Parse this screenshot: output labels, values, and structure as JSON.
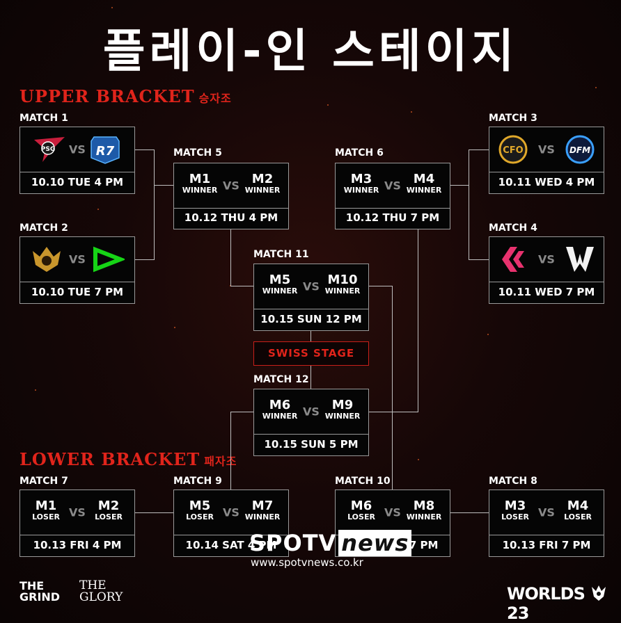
{
  "header": {
    "title": "플레이-인 스테이지"
  },
  "brackets": {
    "upper": {
      "label": "UPPER BRACKET",
      "ko": "승자조"
    },
    "lower": {
      "label": "LOWER BRACKET",
      "ko": "패자조"
    }
  },
  "matches": {
    "m1": {
      "label": "MATCH 1",
      "date": "10.10 TUE 4 PM",
      "vs": "VS"
    },
    "m2": {
      "label": "MATCH 2",
      "date": "10.10 TUE 7 PM",
      "vs": "VS"
    },
    "m3": {
      "label": "MATCH 3",
      "date": "10.11 WED 4 PM",
      "vs": "VS"
    },
    "m4": {
      "label": "MATCH 4",
      "date": "10.11 WED 7 PM",
      "vs": "VS"
    },
    "m5": {
      "label": "MATCH 5",
      "date": "10.12 THU 4 PM",
      "vs": "VS",
      "a_big": "M1",
      "a_small": "WINNER",
      "b_big": "M2",
      "b_small": "WINNER"
    },
    "m6": {
      "label": "MATCH 6",
      "date": "10.12 THU 7 PM",
      "vs": "VS",
      "a_big": "M3",
      "a_small": "WINNER",
      "b_big": "M4",
      "b_small": "WINNER"
    },
    "m11": {
      "label": "MATCH 11",
      "date": "10.15 SUN 12 PM",
      "vs": "VS",
      "a_big": "M5",
      "a_small": "WINNER",
      "b_big": "M10",
      "b_small": "WINNER"
    },
    "m12": {
      "label": "MATCH 12",
      "date": "10.15 SUN 5 PM",
      "vs": "VS",
      "a_big": "M6",
      "a_small": "WINNER",
      "b_big": "M9",
      "b_small": "WINNER"
    },
    "m7": {
      "label": "MATCH 7",
      "date": "10.13 FRI 4 PM",
      "vs": "VS",
      "a_big": "M1",
      "a_small": "LOSER",
      "b_big": "M2",
      "b_small": "LOSER"
    },
    "m9": {
      "label": "MATCH 9",
      "date": "10.14 SAT 4 PM",
      "vs": "VS",
      "a_big": "M5",
      "a_small": "LOSER",
      "b_big": "M7",
      "b_small": "WINNER"
    },
    "m10": {
      "label": "MATCH 10",
      "date": "10.14 SAT 7 PM",
      "vs": "VS",
      "a_big": "M6",
      "a_small": "LOSER",
      "b_big": "M8",
      "b_small": "WINNER"
    },
    "m8": {
      "label": "MATCH 8",
      "date": "10.13 FRI 7 PM",
      "vs": "VS",
      "a_big": "M3",
      "a_small": "LOSER",
      "b_big": "M4",
      "b_small": "LOSER"
    }
  },
  "swiss": "SWISS STAGE",
  "watermark": {
    "spo": "SPOTV",
    "news": "news",
    "url": "www.spotvnews.co.kr"
  },
  "footer": {
    "grind_1": "THE",
    "grind_2": "GRIND",
    "glory_1": "THE",
    "glory_2": "GLORY",
    "worlds": "WORLDS",
    "year": "23"
  },
  "colors": {
    "accent": "#e0241b",
    "box_border": "#9a9a9a",
    "background": "#160707"
  },
  "icons": {
    "m1_a": "ps-logo",
    "m1_b": "r7-logo",
    "m2_a": "gam-logo",
    "m2_b": "loud-logo",
    "m3_a": "cfo-logo",
    "m3_b": "dfm-logo",
    "m4_a": "bds-logo",
    "m4_b": "w-logo"
  }
}
